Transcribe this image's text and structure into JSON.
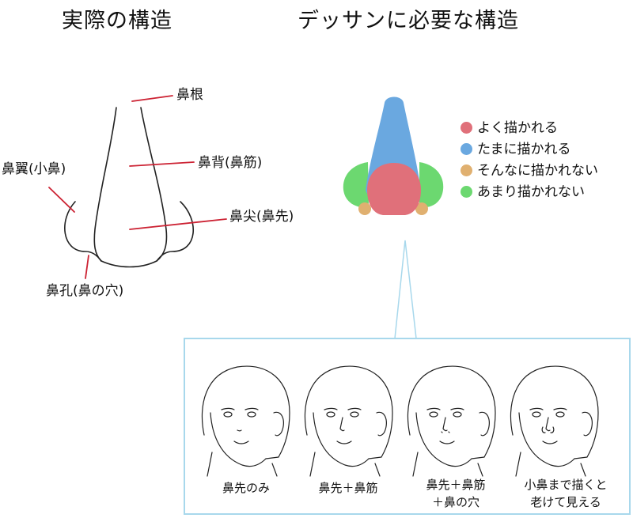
{
  "titles": {
    "left": "実際の構造",
    "right": "デッサンに必要な構造"
  },
  "labels": {
    "root": "鼻根",
    "bridge": "鼻背(鼻筋)",
    "wing": "鼻翼(小鼻)",
    "tip": "鼻尖(鼻先)",
    "nostril": "鼻孔(鼻の穴)"
  },
  "legend": [
    {
      "label": "よく描かれる",
      "color": "#e0707a"
    },
    {
      "label": "たまに描かれる",
      "color": "#6aa8e0"
    },
    {
      "label": "そんなに描かれない",
      "color": "#e0b070"
    },
    {
      "label": "あまり描かれない",
      "color": "#6cd870"
    }
  ],
  "colors": {
    "leader_line": "#cc2233",
    "sketch_line": "#222222",
    "panel_border": "#a8d8ec"
  },
  "examples": [
    {
      "line1": "鼻先のみ",
      "line2": ""
    },
    {
      "line1": "鼻先＋鼻筋",
      "line2": ""
    },
    {
      "line1": "鼻先＋鼻筋",
      "line2": "＋鼻の穴"
    },
    {
      "line1": "小鼻まで描くと",
      "line2": "老けて見える"
    }
  ]
}
